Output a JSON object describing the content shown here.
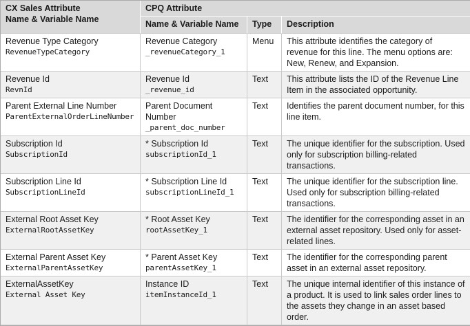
{
  "colors": {
    "header_bg": "#d9d9d9",
    "stripe_bg": "#f0f0f0",
    "cell_border": "#c9c9c9",
    "header_separator": "#ffffff",
    "outer_border": "#ababab",
    "text": "#1c1c1c"
  },
  "table": {
    "header": {
      "cx_line1": "CX Sales Attribute",
      "cx_line2": "Name & Variable Name",
      "cpq_group": "CPQ Attribute",
      "sub_name": "Name & Variable Name",
      "sub_type": "Type",
      "sub_desc": "Description"
    },
    "rows": [
      {
        "cx_name": "Revenue Type Category",
        "cx_var": "RevenueTypeCategory",
        "cpq_name": "Revenue Category",
        "cpq_var": "_revenueCategory_1",
        "type": "Menu",
        "description": "This attribute identifies the category of revenue for this line. The menu options are: New, Renew, and Expansion."
      },
      {
        "cx_name": "Revenue Id",
        "cx_var": "RevnId",
        "cpq_name": "Revenue Id",
        "cpq_var": "_revenue_id",
        "type": "Text",
        "description": "This attribute lists the ID of the Revenue Line Item in the associated opportunity."
      },
      {
        "cx_name": "Parent External Line Number",
        "cx_var": "ParentExternalOrderLineNumber",
        "cpq_name": "Parent Document Number",
        "cpq_var": "_parent_doc_number",
        "type": "Text",
        "description": "Identifies the parent document number, for this line item."
      },
      {
        "cx_name": "Subscription Id",
        "cx_var": "SubscriptionId",
        "cpq_name": "* Subscription Id",
        "cpq_var": "subscriptionId_1",
        "type": "Text",
        "description": "The unique identifier for the subscription. Used only for subscription billing-related transactions."
      },
      {
        "cx_name": "Subscription Line Id",
        "cx_var": "SubscriptionLineId",
        "cpq_name": "* Subscription Line Id",
        "cpq_var": "subscriptionLineId_1",
        "type": "Text",
        "description": "The unique identifier for the subscription line. Used only for subscription billing-related transactions."
      },
      {
        "cx_name": "External Root Asset Key",
        "cx_var": "ExternalRootAssetKey",
        "cpq_name": "* Root Asset Key",
        "cpq_var": "rootAssetKey_1",
        "type": "Text",
        "description": "The identifier for the corresponding asset in an external asset repository. Used only for asset-related lines."
      },
      {
        "cx_name": "External Parent Asset Key",
        "cx_var": "ExternalParentAssetKey",
        "cpq_name": "* Parent Asset Key",
        "cpq_var": "parentAssetKey_1",
        "type": "Text",
        "description": "The identifier for the corresponding parent asset in an external asset repository."
      },
      {
        "cx_name": "ExternalAssetKey",
        "cx_var": "External Asset Key",
        "cpq_name": "Instance ID",
        "cpq_var": "itemInstanceId_1",
        "type": "Text",
        "description": "The unique internal identifier of this instance of a product. It is used to link sales order lines to the assets they change in an asset based order."
      }
    ]
  }
}
